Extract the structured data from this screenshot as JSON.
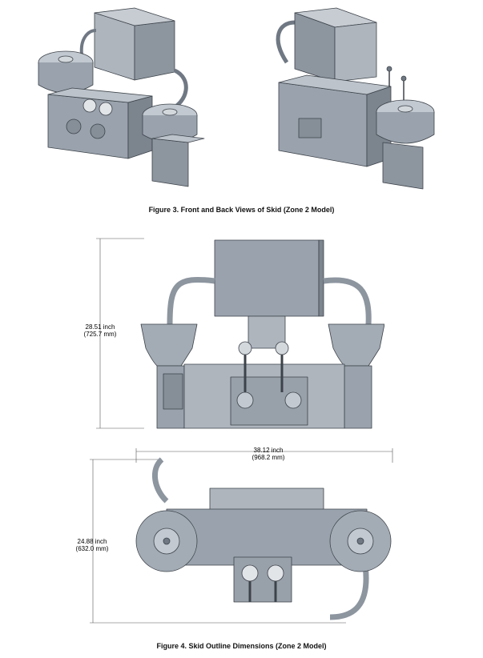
{
  "figure3": {
    "caption": "Figure 3. Front and Back Views of Skid (Zone 2 Model)"
  },
  "figure4": {
    "caption": "Figure 4. Skid Outline Dimensions (Zone 2 Model)",
    "height_front": {
      "inch": "28.51 inch",
      "mm": "(725.7 mm)"
    },
    "width_top": {
      "inch": "38.12 inch",
      "mm": "(968.2 mm)"
    },
    "depth_top": {
      "inch": "24.88 inch",
      "mm": "(632.0 mm)"
    }
  },
  "colors": {
    "metal": "#9aa3ad",
    "metal_dark": "#6f7883",
    "metal_light": "#c3c9d0",
    "outline": "#3d434a"
  }
}
